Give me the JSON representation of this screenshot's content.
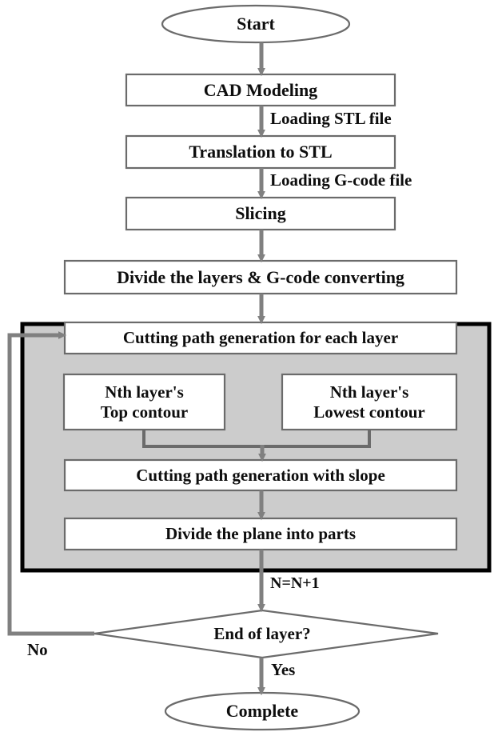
{
  "diagram": {
    "title": "Additive/subtractive layer cutting path generation flowchart",
    "colors": {
      "stroke": "#6b6b6b",
      "box_fill": "#ffffff",
      "loop_fill": "#cccccc",
      "loop_border": "#000000",
      "arrow": "#808080",
      "text": "#0d0d0d"
    },
    "nodes": {
      "start": {
        "label": "Start",
        "shape": "ellipse"
      },
      "cad_modeling": {
        "label": "CAD Modeling",
        "shape": "process"
      },
      "translation_to_stl": {
        "label": "Translation to STL",
        "shape": "process"
      },
      "slicing": {
        "label": "Slicing",
        "shape": "process"
      },
      "divide_layers": {
        "label": "Divide the layers & G-code converting",
        "shape": "process"
      },
      "cutting_path_each_layer": {
        "label": "Cutting path generation for each layer",
        "shape": "process"
      },
      "nth_top_contour": {
        "label": "Nth layer's\nTop contour",
        "shape": "process"
      },
      "nth_lowest_contour": {
        "label": "Nth layer's\nLowest contour",
        "shape": "process"
      },
      "cutting_path_slope": {
        "label": "Cutting path generation with slope",
        "shape": "process"
      },
      "divide_plane": {
        "label": "Divide the plane into parts",
        "shape": "process"
      },
      "end_of_layer": {
        "label": "End of layer?",
        "shape": "decision"
      },
      "complete": {
        "label": "Complete",
        "shape": "ellipse"
      }
    },
    "edge_labels": {
      "loading_stl": "Loading STL file",
      "loading_gcode": "Loading G-code file",
      "increment": "N=N+1",
      "no": "No",
      "yes": "Yes"
    }
  }
}
